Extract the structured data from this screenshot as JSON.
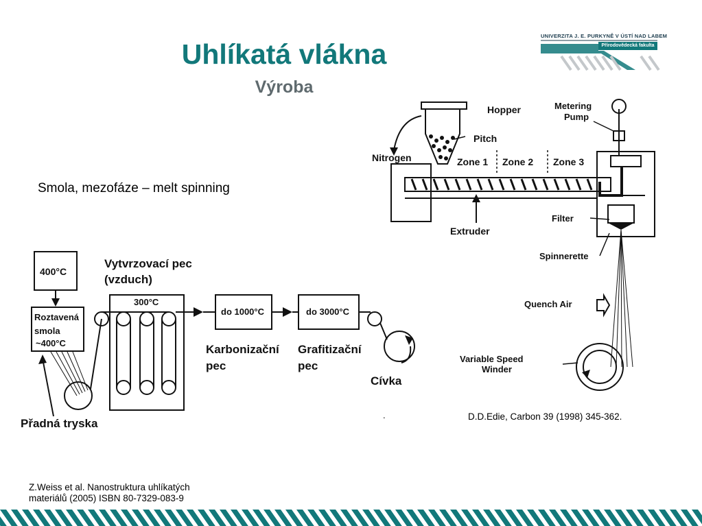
{
  "slide": {
    "title": "Uhlíkatá vlákna",
    "subtitle": "Výroba",
    "logo": {
      "university": "UNIVERZITA J. E. PURKYNĚ V ÚSTÍ NAD LABEM",
      "faculty": "Přírodovědecká fakulta"
    },
    "process_text": "Smola, mezofáze – melt spinning",
    "reference_edie": "D.D.Edie, Carbon 39 (1998) 345-362.",
    "reference_weiss_line1": "Z.Weiss et al. Nanostruktura uhlíkatých",
    "reference_weiss_line2": "materiálů (2005) ISBN 80-7329-083-9",
    "stray_dot": "."
  },
  "left_diagram": {
    "melt_temp": "400°C",
    "molten_pitch_1": "Roztavená",
    "molten_pitch_2": "smola",
    "molten_pitch_3": "~400°C",
    "curing_furnace_1": "Vytvrzovací pec",
    "curing_furnace_2": "(vzduch)",
    "curing_temp": "300°C",
    "carbonization_temp": "do 1000°C",
    "carbonization_1": "Karbonizační",
    "carbonization_2": "pec",
    "graphitization_temp": "do 3000°C",
    "graphitization_1": "Grafitizační",
    "graphitization_2": "pec",
    "spinneret": "Přadná tryska",
    "spool": "Cívka"
  },
  "right_diagram": {
    "hopper": "Hopper",
    "pitch": "Pitch",
    "nitrogen": "Nitrogen",
    "metering_pump_1": "Metering",
    "metering_pump_2": "Pump",
    "zone1": "Zone 1",
    "zone2": "Zone 2",
    "zone3": "Zone 3",
    "extruder": "Extruder",
    "filter": "Filter",
    "spinnerette": "Spinnerette",
    "quench_air": "Quench Air",
    "winder_1": "Variable Speed",
    "winder_2": "Winder"
  }
}
